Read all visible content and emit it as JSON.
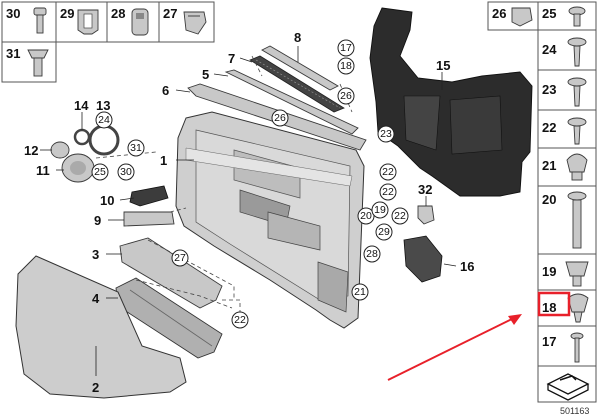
{
  "diagram_id": "501163",
  "highlight_color": "#e8202a",
  "grid_left": {
    "c30": "30",
    "c29": "29",
    "c28": "28",
    "c27": "27",
    "c31": "31"
  },
  "grid_right": {
    "c26": "26",
    "c25": "25",
    "c24": "24",
    "c23": "23",
    "c22": "22",
    "c21": "21",
    "c20": "20",
    "c19": "19",
    "c18": "18",
    "c17": "17"
  },
  "labels": {
    "p1": "1",
    "p2": "2",
    "p3": "3",
    "p4": "4",
    "p5": "5",
    "p6": "6",
    "p7": "7",
    "p8": "8",
    "p9": "9",
    "p10": "10",
    "p11": "11",
    "p12": "12",
    "p13": "13",
    "p14": "14",
    "p15": "15",
    "p16": "16",
    "p32": "32"
  },
  "circles": {
    "c17": "17",
    "c18": "18",
    "c26a": "26",
    "c26b": "26",
    "c23": "23",
    "c24": "24",
    "c31": "31",
    "c30": "30",
    "c25": "25",
    "c22a": "22",
    "c22b": "22",
    "c22c": "22",
    "c20": "20",
    "c19": "19",
    "c29": "29",
    "c28": "28",
    "c21": "21",
    "c27": "27",
    "c22d": "22"
  }
}
